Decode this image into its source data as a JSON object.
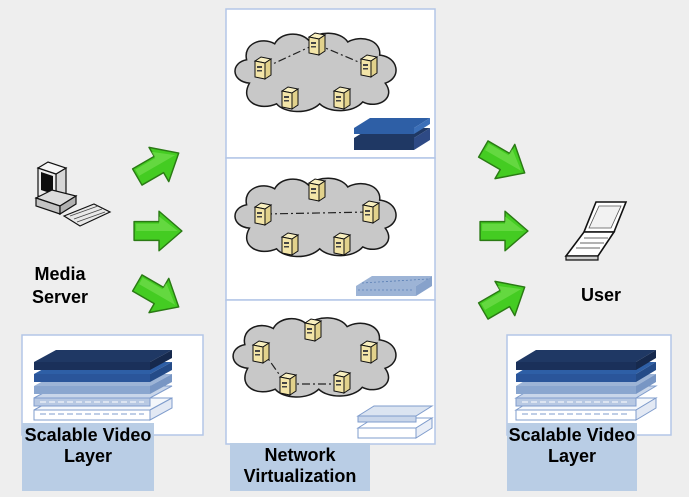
{
  "labels": {
    "media_server": "Media Server",
    "user": "User",
    "left_caption": "Scalable Video Layer",
    "right_caption": "Scalable Video Layer",
    "center_caption": "Network Virtualization"
  },
  "colors": {
    "background": "#eeeeee",
    "caption_fill": "#b9cde5",
    "frame_border": "#b3c6e7",
    "cloud_fill": "#c8c8c8",
    "arrow_green": "#44cc22",
    "layer_dark": "#1f3864",
    "layer_mid": "#2e5fa6",
    "layer_light": "#9db4d6"
  },
  "icons": [
    "desktop-computer-icon",
    "laptop-icon",
    "server-node-icon",
    "cloud-icon",
    "green-arrow-icon"
  ]
}
